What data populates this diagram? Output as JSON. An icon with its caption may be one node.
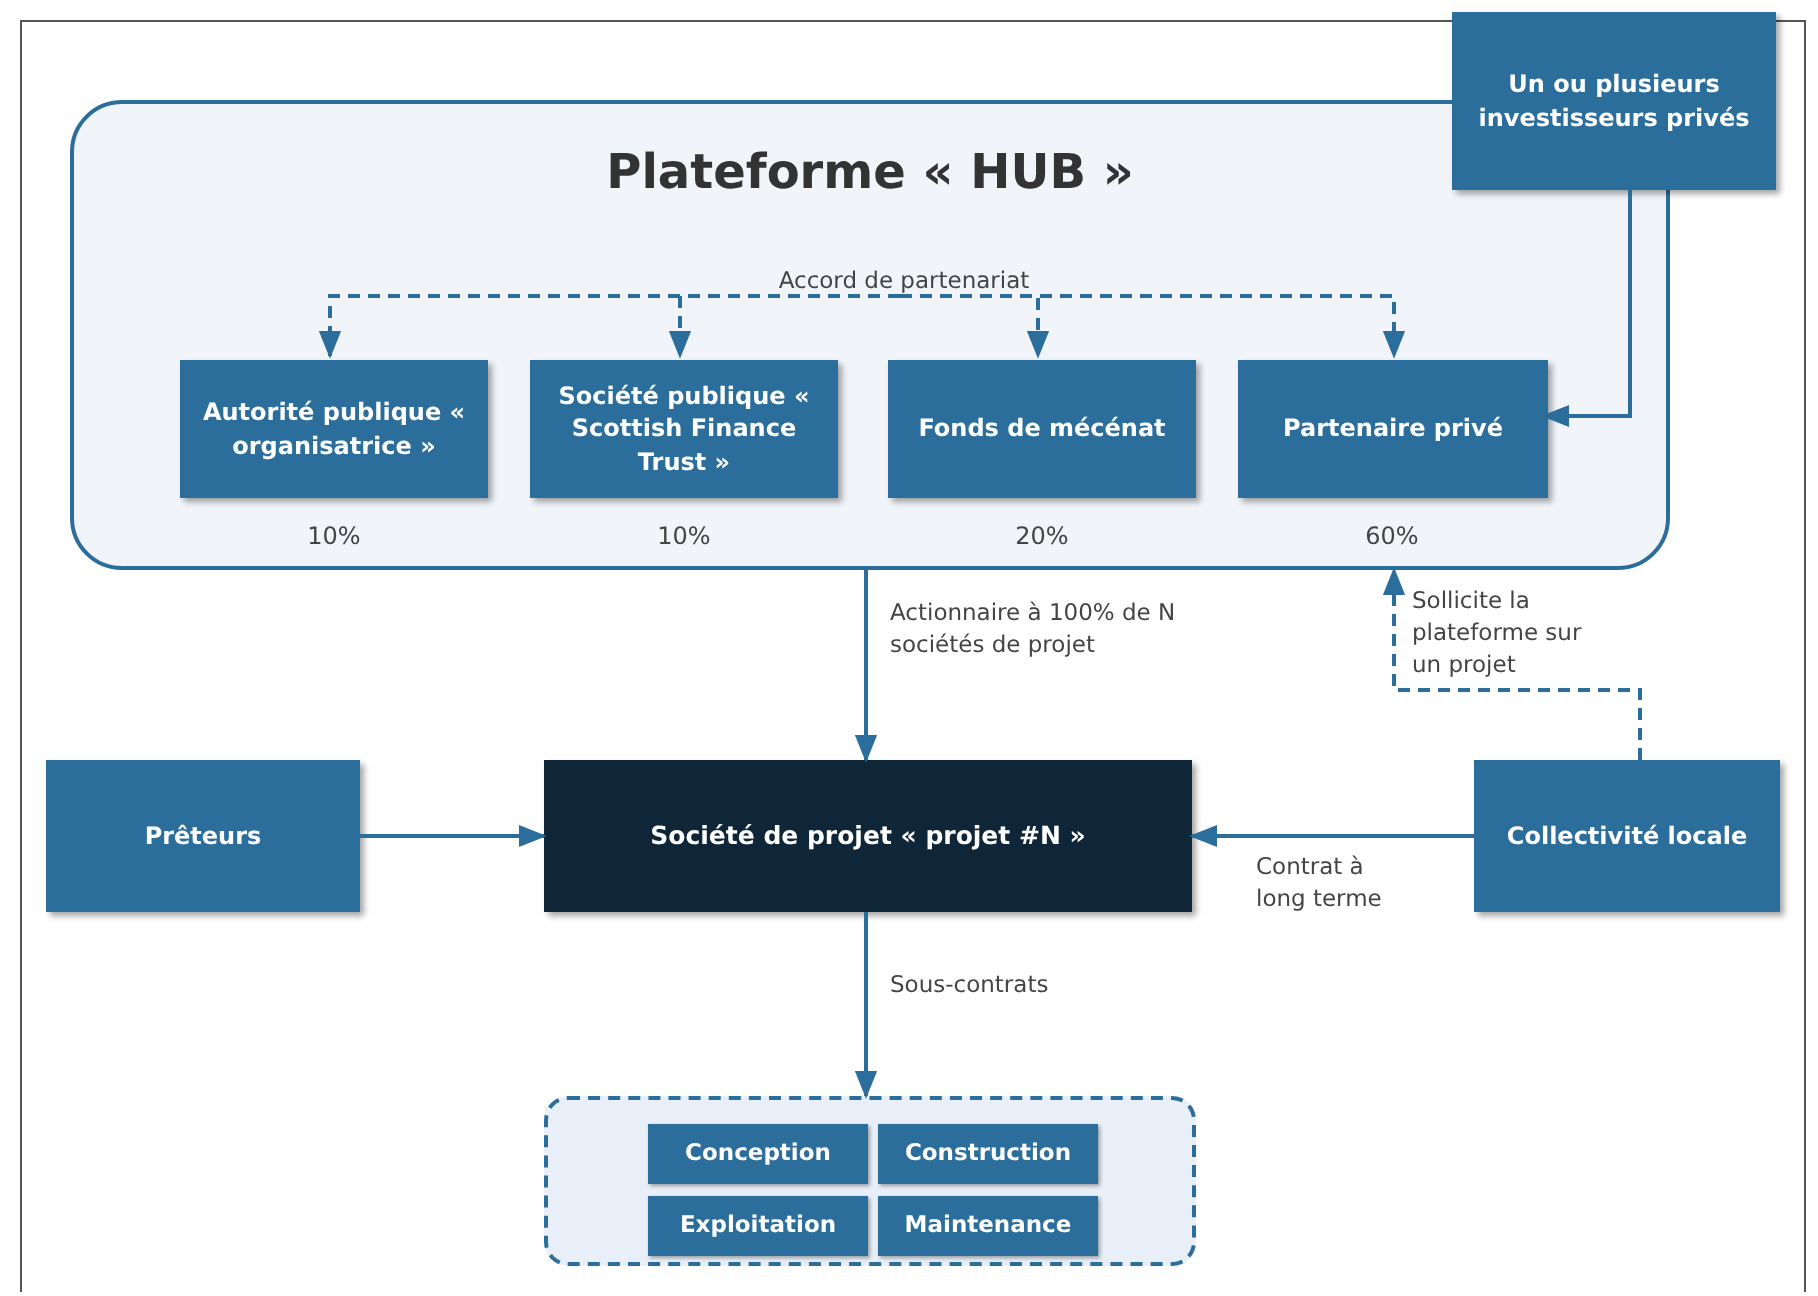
{
  "diagram": {
    "nodes": [
      {
        "text": [
          "Plateforme « HUB »"
        ]
      },
      {
        "text": [
          "Un ou plusieurs investisseurs privés"
        ]
      },
      {
        "text": [
          "Autorité publique « organisatrice »"
        ],
        "in": 0,
        "beside": [
          "10%"
        ]
      },
      {
        "text": [
          "Société publique « Scottish Finance Trust »"
        ],
        "in": 0,
        "beside": [
          "10%"
        ]
      },
      {
        "text": [
          "Fonds de mécénat"
        ],
        "in": 0,
        "beside": [
          "20%"
        ]
      },
      {
        "text": [
          "Partenaire privé"
        ],
        "in": 0,
        "beside": [
          "60%"
        ]
      },
      {
        "text": [
          "Accord de partenariat"
        ],
        "in": 0
      },
      {
        "text": [
          "Société de projet « projet #N »"
        ]
      },
      {
        "text": [
          "Prêteurs"
        ]
      },
      {
        "text": [
          "Collectivité locale"
        ]
      },
      {
        "text": [],
        "shape": "box"
      },
      {
        "text": [
          "Conception"
        ],
        "in": 10
      },
      {
        "text": [
          "Construction"
        ],
        "in": 10
      },
      {
        "text": [
          "Exploitation"
        ],
        "in": 10
      },
      {
        "text": [
          "Maintenance"
        ],
        "in": 10
      }
    ],
    "edges": [
      {
        "from": 6,
        "to": 2,
        "arrow": "to",
        "style": "dashed"
      },
      {
        "from": 6,
        "to": 3,
        "arrow": "to",
        "style": "dashed"
      },
      {
        "from": 6,
        "to": 4,
        "arrow": "to",
        "style": "dashed"
      },
      {
        "from": 6,
        "to": 5,
        "arrow": "to",
        "style": "dashed"
      },
      {
        "from": 1,
        "to": 5,
        "arrow": "to"
      },
      {
        "from": 0,
        "to": 7,
        "arrow": "to",
        "label": "Actionnaire à 100% de N sociétés de projet"
      },
      {
        "from": 9,
        "to": 0,
        "arrow": "to",
        "style": "dashed",
        "label": "Sollicite la plateforme sur un projet"
      },
      {
        "from": 8,
        "to": 7,
        "arrow": "to"
      },
      {
        "from": 9,
        "to": 7,
        "arrow": "to",
        "label": "Contrat à long terme"
      },
      {
        "from": 7,
        "to": 10,
        "arrow": "to",
        "label": "Sous-contrats"
      }
    ]
  }
}
